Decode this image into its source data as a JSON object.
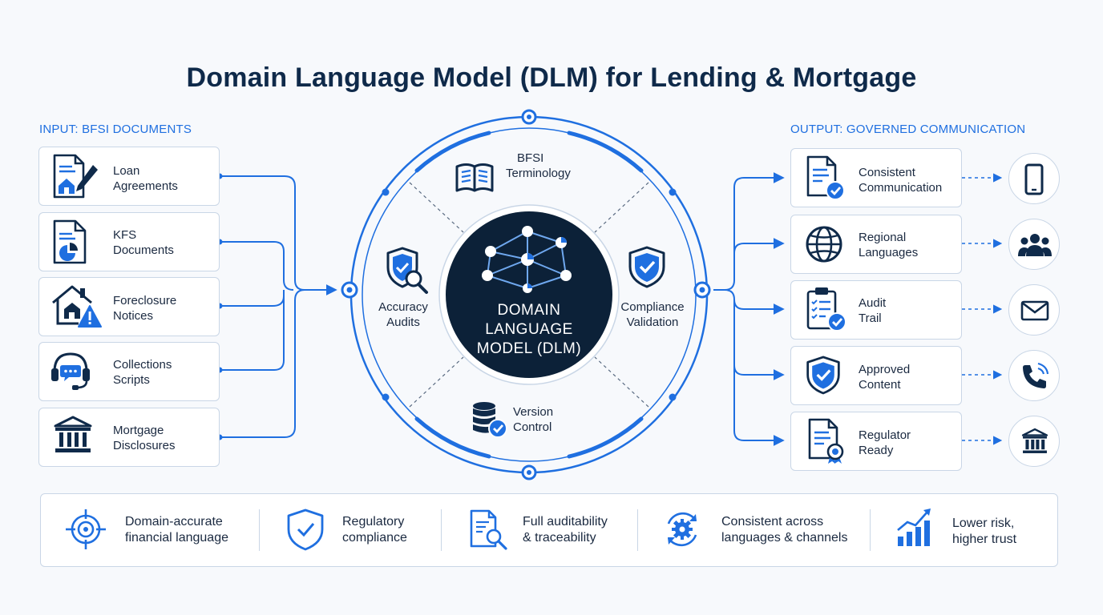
{
  "title": "Domain Language Model (DLM) for Lending & Mortgage",
  "input_label": "INPUT: BFSI DOCUMENTS",
  "output_label": "OUTPUT: GOVERNED COMMUNICATION",
  "inputs": [
    {
      "line1": "Loan",
      "line2": "Agreements",
      "icon": "document-house-pen-icon"
    },
    {
      "line1": "KFS",
      "line2": "Documents",
      "icon": "document-chart-icon"
    },
    {
      "line1": "Foreclosure",
      "line2": "Notices",
      "icon": "house-warning-icon"
    },
    {
      "line1": "Collections",
      "line2": "Scripts",
      "icon": "headset-chat-icon"
    },
    {
      "line1": "Mortgage",
      "line2": "Disclosures",
      "icon": "bank-icon"
    }
  ],
  "center": {
    "core_line1": "DOMAIN",
    "core_line2": "LANGUAGE",
    "core_line3": "MODEL (DLM)",
    "top": {
      "line1": "BFSI",
      "line2": "Terminology",
      "icon": "open-book-icon"
    },
    "left": {
      "line1": "Accuracy",
      "line2": "Audits",
      "icon": "shield-magnifier-icon"
    },
    "right": {
      "line1": "Compliance",
      "line2": "Validation",
      "icon": "shield-check-icon"
    },
    "bottom": {
      "line1": "Version",
      "line2": "Control",
      "icon": "database-check-icon"
    }
  },
  "outputs": [
    {
      "line1": "Consistent",
      "line2": "Communication",
      "icon": "document-check-icon",
      "channel_icon": "smartphone-icon"
    },
    {
      "line1": "Regional",
      "line2": "Languages",
      "icon": "globe-icon",
      "channel_icon": "people-group-icon"
    },
    {
      "line1": "Audit",
      "line2": "Trail",
      "icon": "clipboard-check-icon",
      "channel_icon": "envelope-icon"
    },
    {
      "line1": "Approved",
      "line2": "Content",
      "icon": "shield-check-icon",
      "channel_icon": "phone-call-icon"
    },
    {
      "line1": "Regulator",
      "line2": "Ready",
      "icon": "document-ribbon-icon",
      "channel_icon": "bank-icon"
    }
  ],
  "benefits": [
    {
      "line1": "Domain-accurate",
      "line2": "financial language",
      "icon": "target-icon"
    },
    {
      "line1": "Regulatory",
      "line2": "compliance",
      "icon": "shield-check-icon"
    },
    {
      "line1": "Full auditability",
      "line2": "& traceability",
      "icon": "document-search-icon"
    },
    {
      "line1": "Consistent across",
      "line2": "languages & channels",
      "icon": "gear-cycle-icon"
    },
    {
      "line1": "Lower risk,",
      "line2": "higher trust",
      "icon": "growth-chart-icon"
    }
  ],
  "colors": {
    "accent": "#1f6fe0",
    "navy": "#0f2a4a",
    "core": "#0c2138",
    "border": "#c9d6e6"
  }
}
